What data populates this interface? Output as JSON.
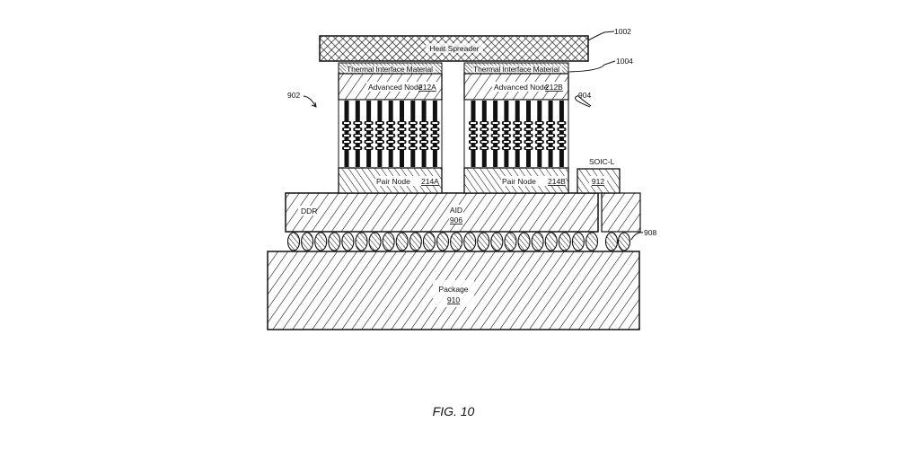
{
  "figure_label": "FIG. 10",
  "heat_spreader": {
    "label": "Heat Spreader",
    "ref": "1002"
  },
  "tim": {
    "label": "Thermal Interface Material",
    "ref": "1004"
  },
  "stacks": [
    {
      "ref": "902",
      "advanced_label": "Advanced Node",
      "advanced_ref": "212A",
      "pair_label": "Pair Node",
      "pair_ref": "214A"
    },
    {
      "ref": "904",
      "advanced_label": "Advanced Node",
      "advanced_ref": "212B",
      "pair_label": "Pair Node",
      "pair_ref": "214B"
    }
  ],
  "soic": {
    "label": "SOIC-L",
    "ref": "912"
  },
  "aid": {
    "label": "AID",
    "ref": "906",
    "ddr_label": "DDR"
  },
  "bumps": {
    "ref": "908",
    "count_main": 23,
    "count_side": 2
  },
  "package": {
    "label": "Package",
    "ref": "910"
  },
  "colors": {
    "ink": "#111111",
    "background": "#ffffff"
  }
}
